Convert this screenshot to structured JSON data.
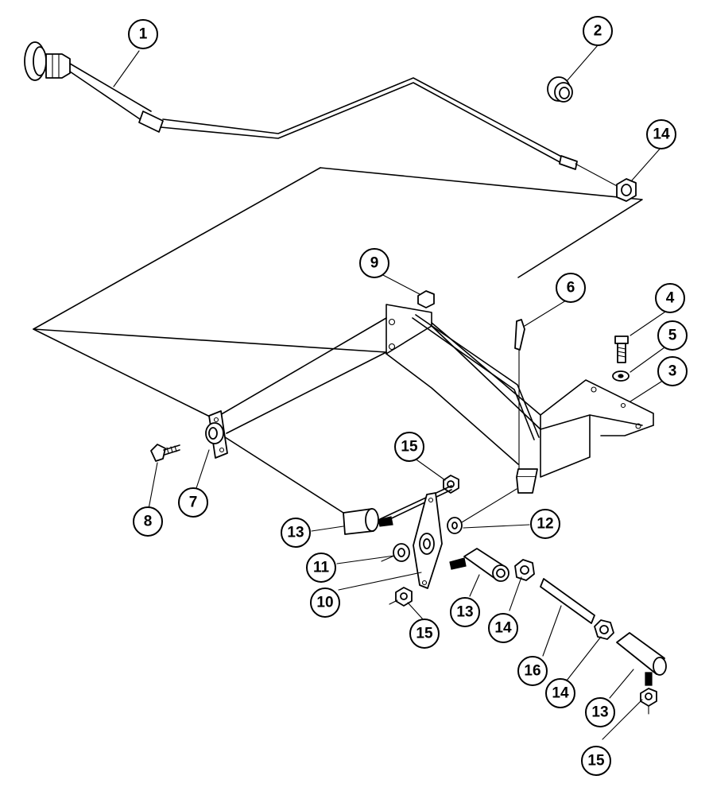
{
  "callouts": [
    {
      "id": "c1",
      "label": "1"
    },
    {
      "id": "c2",
      "label": "2"
    },
    {
      "id": "c14a",
      "label": "14"
    },
    {
      "id": "c9",
      "label": "9"
    },
    {
      "id": "c6",
      "label": "6"
    },
    {
      "id": "c4",
      "label": "4"
    },
    {
      "id": "c5",
      "label": "5"
    },
    {
      "id": "c3",
      "label": "3"
    },
    {
      "id": "c15a",
      "label": "15"
    },
    {
      "id": "c8",
      "label": "8"
    },
    {
      "id": "c7",
      "label": "7"
    },
    {
      "id": "c13a",
      "label": "13"
    },
    {
      "id": "c12",
      "label": "12"
    },
    {
      "id": "c11",
      "label": "11"
    },
    {
      "id": "c10",
      "label": "10"
    },
    {
      "id": "c15b",
      "label": "15"
    },
    {
      "id": "c13b",
      "label": "13"
    },
    {
      "id": "c14b",
      "label": "14"
    },
    {
      "id": "c16",
      "label": "16"
    },
    {
      "id": "c14c",
      "label": "14"
    },
    {
      "id": "c13c",
      "label": "13"
    },
    {
      "id": "c15c",
      "label": "15"
    }
  ]
}
